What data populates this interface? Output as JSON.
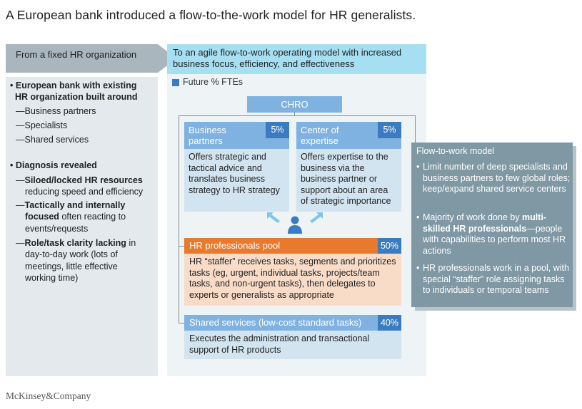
{
  "title": "A European bank introduced a flow-to-the-work model for HR generalists.",
  "left": {
    "header": "From a fixed HR organization",
    "bullet1": {
      "line1": "European bank with existing",
      "line2": "HR organization built around"
    },
    "dashes1": [
      "Business partners",
      "Specialists",
      "Shared services"
    ],
    "bullet2": "Diagnosis revealed",
    "d1": {
      "bold": "Siloed/locked HR resources",
      "line2": "reducing speed and efficiency"
    },
    "d2": {
      "bold1": "Tactically and internally",
      "bold2": "focused",
      "rest2": " often reacting to",
      "line3": "events/requests"
    },
    "d3": {
      "bold": "Role/task clarity lacking",
      "rest1": " in",
      "line2": "day-to-day work (lots of",
      "line3": "meetings, little effective",
      "line4": "working time)"
    }
  },
  "right": {
    "header": "To an agile flow-to-work operating model with increased business focus, efficiency, and effectiveness",
    "legend": "Future % FTEs",
    "chro": "CHRO",
    "bp": {
      "head_line1": "Business",
      "head_line2": "partners",
      "pct": "5%",
      "body": "Offers strategic and tactical advice and translates business strategy to HR strategy"
    },
    "coe": {
      "head_line1": "Center of",
      "head_line2": "expertise",
      "pct": "5%",
      "body": "Offers expertise to the business via the business partner or support about an area of strategic importance"
    },
    "pool": {
      "head": "HR professionals pool",
      "pct": "50%",
      "body": "HR “staffer” receives tasks, segments and prioritizes tasks (eg, urgent, individual tasks, projects/team tasks, and non-urgent tasks), then delegates to experts or generalists as appropriate"
    },
    "ss": {
      "head": "Shared services (low-cost standard tasks)",
      "pct": "40%",
      "body": "Executes the administration and transactional support of HR products"
    }
  },
  "ftw": {
    "title": "Flow-to-work model",
    "item1": "Limit number of deep specialists and business partners to few global roles; keep/expand shared service centers",
    "item2": {
      "pre": "Majority of work done by ",
      "bold": "multi-skilled HR professionals",
      "post": "—people with capabilities to perform most HR actions"
    },
    "item3": "HR professionals work in a pool, with special “staffer” role assigning tasks to individuals or temporal teams"
  },
  "footer": "McKinsey&Company",
  "colors": {
    "light_blue": "#7fb2e1",
    "dark_blue": "#3b7cc0",
    "orange": "#e97a2d",
    "peach": "#f8dcc8",
    "slate": "#7f98a4",
    "cyan_header": "#a6dff2",
    "gray_header": "#a9b6bd"
  },
  "icons": {
    "person": "person-icon",
    "arrows": "double-arrow-icon"
  }
}
